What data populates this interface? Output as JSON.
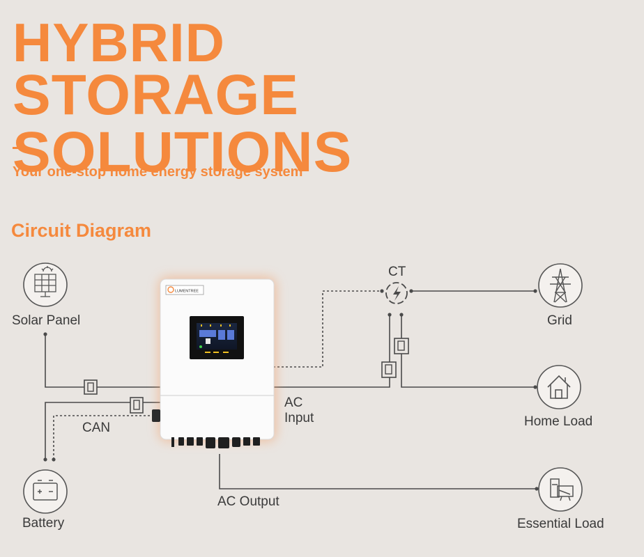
{
  "header": {
    "title_line1": "HYBRID",
    "title_line2": "STORAGE SOLUTIONS",
    "tagline": "Your one-stop home energy storage system",
    "section_title": "Circuit Diagram"
  },
  "diagram": {
    "nodes": {
      "solar": "Solar Panel",
      "grid": "Grid",
      "home": "Home Load",
      "battery": "Battery",
      "essential": "Essential Load",
      "ct": "CT"
    },
    "labels": {
      "can": "CAN",
      "ac_input_1": "AC",
      "ac_input_2": "Input",
      "ac_output": "AC Output"
    },
    "inverter_brand": "LUMENTREE"
  },
  "colors": {
    "accent": "#f5893d",
    "line": "#4a4a4a",
    "background": "#e9e5e1"
  }
}
